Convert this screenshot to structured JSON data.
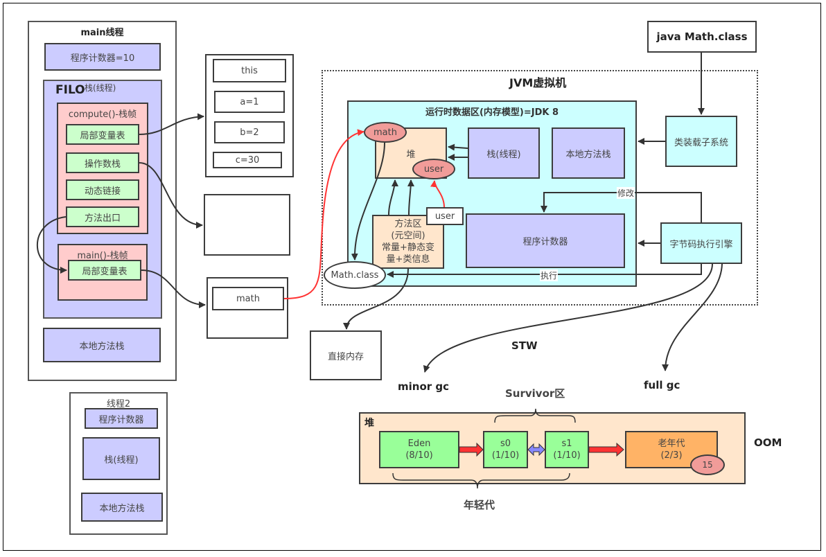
{
  "main_thread": {
    "title": "main线程",
    "program_counter": "程序计数器=10",
    "stack_filo": "FILO",
    "stack_label": "栈(线程)",
    "compute_frame": {
      "title": "compute()-栈帧",
      "items": [
        "局部变量表",
        "操作数栈",
        "动态链接",
        "方法出口"
      ]
    },
    "main_frame": {
      "title": "main()-栈帧",
      "items": [
        "局部变量表"
      ]
    },
    "native_stack": "本地方法栈"
  },
  "local_vars": [
    "this",
    "a=1",
    "b=2",
    "c=30"
  ],
  "main_locals": [
    "math"
  ],
  "thread2": {
    "title": "线程2",
    "program_counter": "程序计数器",
    "stack": "栈(线程)",
    "native_stack": "本地方法栈"
  },
  "jvm": {
    "title": "JVM虚拟机",
    "runtime_area": "运行时数据区(内存模型)=JDK 8",
    "heap": "堆",
    "heap_objects": [
      "math",
      "user"
    ],
    "stack": "栈(线程)",
    "native_stack": "本地方法栈",
    "method_area": [
      "方法区",
      "(元空间)",
      "常量+静态变",
      "量+类信息"
    ],
    "method_area_user": "user",
    "program_counter": "程序计数器",
    "math_class": "Math.class",
    "class_loader": "类装载子系统",
    "bytecode_engine": "字节码执行引擎",
    "modify_label": "修改",
    "execute_label": "执行"
  },
  "java_command": "java Math.class",
  "direct_memory": "直接内存",
  "gc": {
    "stw": "STW",
    "minor": "minor gc",
    "full": "full gc",
    "oom": "OOM"
  },
  "heap_detail": {
    "title": "堆",
    "survivor_label": "Survivor区",
    "young_label": "年轻代",
    "eden": {
      "name": "Eden",
      "ratio": "(8/10)"
    },
    "s0": {
      "name": "s0",
      "ratio": "(1/10)"
    },
    "s1": {
      "name": "s1",
      "ratio": "(1/10)"
    },
    "old": {
      "name": "老年代",
      "ratio": "(2/3)"
    },
    "age_threshold": "15"
  },
  "colors": {
    "stack_purple": "#ccccff",
    "frame_pink": "#ffcccc",
    "slot_green": "#ccffcc",
    "runtime_cyan": "#ccffff",
    "heap_peach": "#ffe6cc",
    "object_salmon": "#f19c99",
    "reference_red": "#ff3333",
    "eden_green": "#99ff99",
    "old_orange": "#ffb366"
  }
}
